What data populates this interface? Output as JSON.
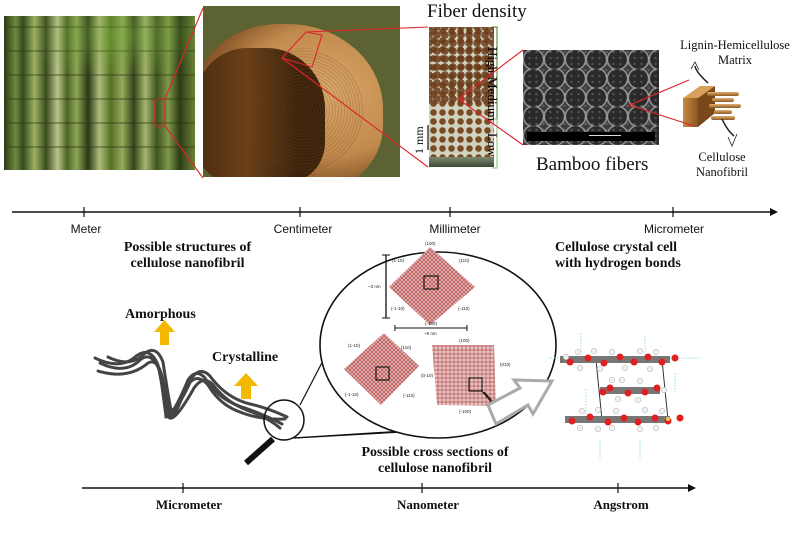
{
  "top_panel": {
    "fiber_density_title": "Fiber density",
    "density_levels": [
      "High",
      "Medium",
      "Low"
    ],
    "scale_bar_label": "1 mm",
    "bamboo_fibers_label": "Bamboo fibers",
    "matrix_label_line1": "Lignin-Hemicellulose",
    "matrix_label_line2": "Matrix",
    "nanofibril_label_line1": "Cellulose",
    "nanofibril_label_line2": "Nanofibril"
  },
  "top_axis": {
    "ticks": [
      "Meter",
      "Centimeter",
      "Millimeter",
      "Micrometer"
    ]
  },
  "bottom_panel": {
    "structures_caption_line1": "Possible structures of",
    "structures_caption_line2": "cellulose nanofibril",
    "amorphous_label": "Amorphous",
    "crystalline_label": "Crystalline",
    "cross_sections_caption_line1": "Possible cross sections of",
    "cross_sections_caption_line2": "cellulose nanofibril",
    "crystal_cell_caption_line1": "Cellulose crystal cell",
    "crystal_cell_caption_line2": "with hydrogen bonds",
    "cross_section_facets_a": [
      "(100)",
      "(1-10)",
      "(110)",
      "(-1-10)",
      "(-110)",
      "(-100)"
    ],
    "cross_section_facets_b": [
      "(1-10)",
      "(110)",
      "(-1-10)",
      "(-110)"
    ],
    "cross_section_facets_c": [
      "(100)",
      "(010)",
      "(0-10)",
      "(-100)"
    ],
    "dimension_vertical": "~3 nm",
    "dimension_horizontal": "~5 nm"
  },
  "bottom_axis": {
    "ticks": [
      "Micrometer",
      "Nanometer",
      "Angstrom"
    ]
  },
  "colors": {
    "zoom_line": "#e0232b",
    "arrow_yellow": "#f5b800",
    "crystal_red": "#c85a5a",
    "wood_brown": "#a8702e",
    "bamboo_green": "#7a9a3a"
  }
}
